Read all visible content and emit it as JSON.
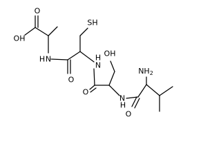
{
  "molecule": {
    "labels": {
      "oh_acid": "OH",
      "o_acid": "O",
      "nh_ala": "N",
      "h_ala": "H",
      "o_cys": "O",
      "sh": "SH",
      "n_cys": "N",
      "h_cys": "H",
      "oh_ser": "OH",
      "o_ser": "O",
      "nh_ser": "N",
      "h_ser": "H",
      "nh2": "NH",
      "nh2_sub": "2",
      "o_val": "O"
    }
  }
}
